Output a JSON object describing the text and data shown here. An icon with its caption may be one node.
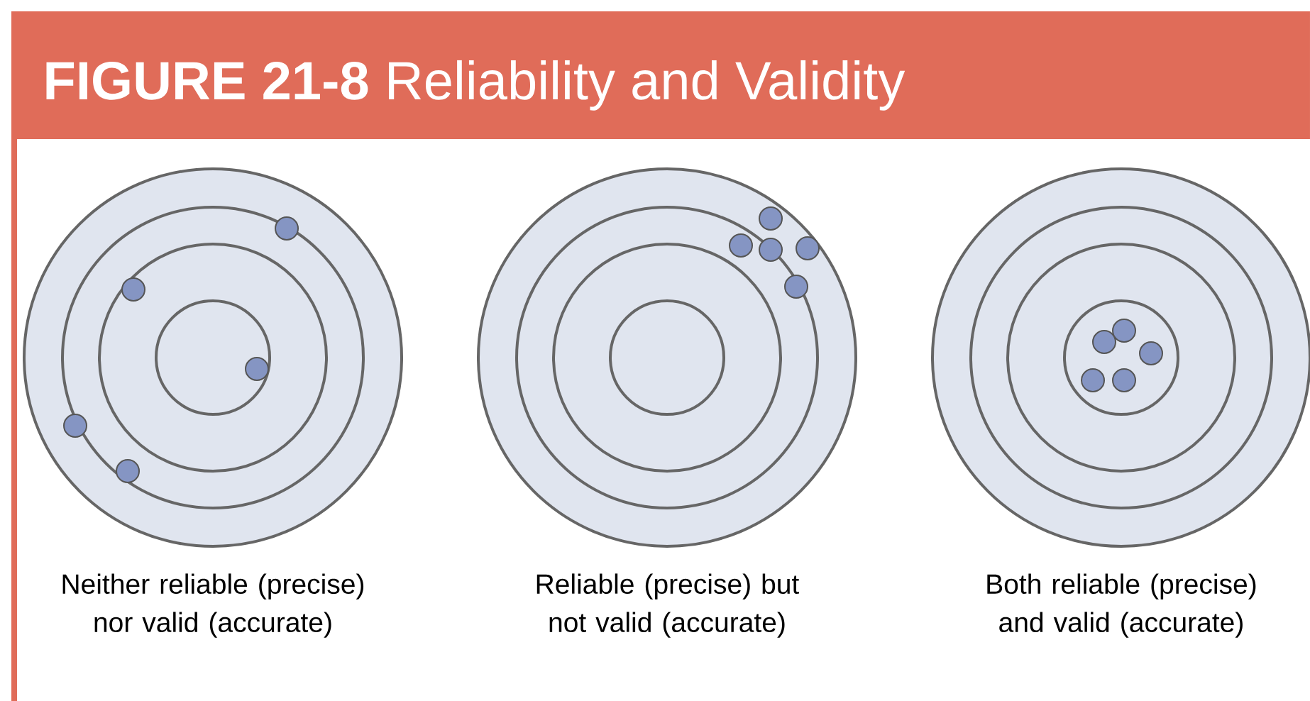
{
  "diagram": {
    "title": "**FIGURE 21-8** Reliability and Validity",
    "labels": [
      "Neither reliable (precise) nor valid (accurate)",
      "Reliable (precise) but not valid (accurate)",
      "Both reliable (precise) and valid (accurate)"
    ]
  }
}
